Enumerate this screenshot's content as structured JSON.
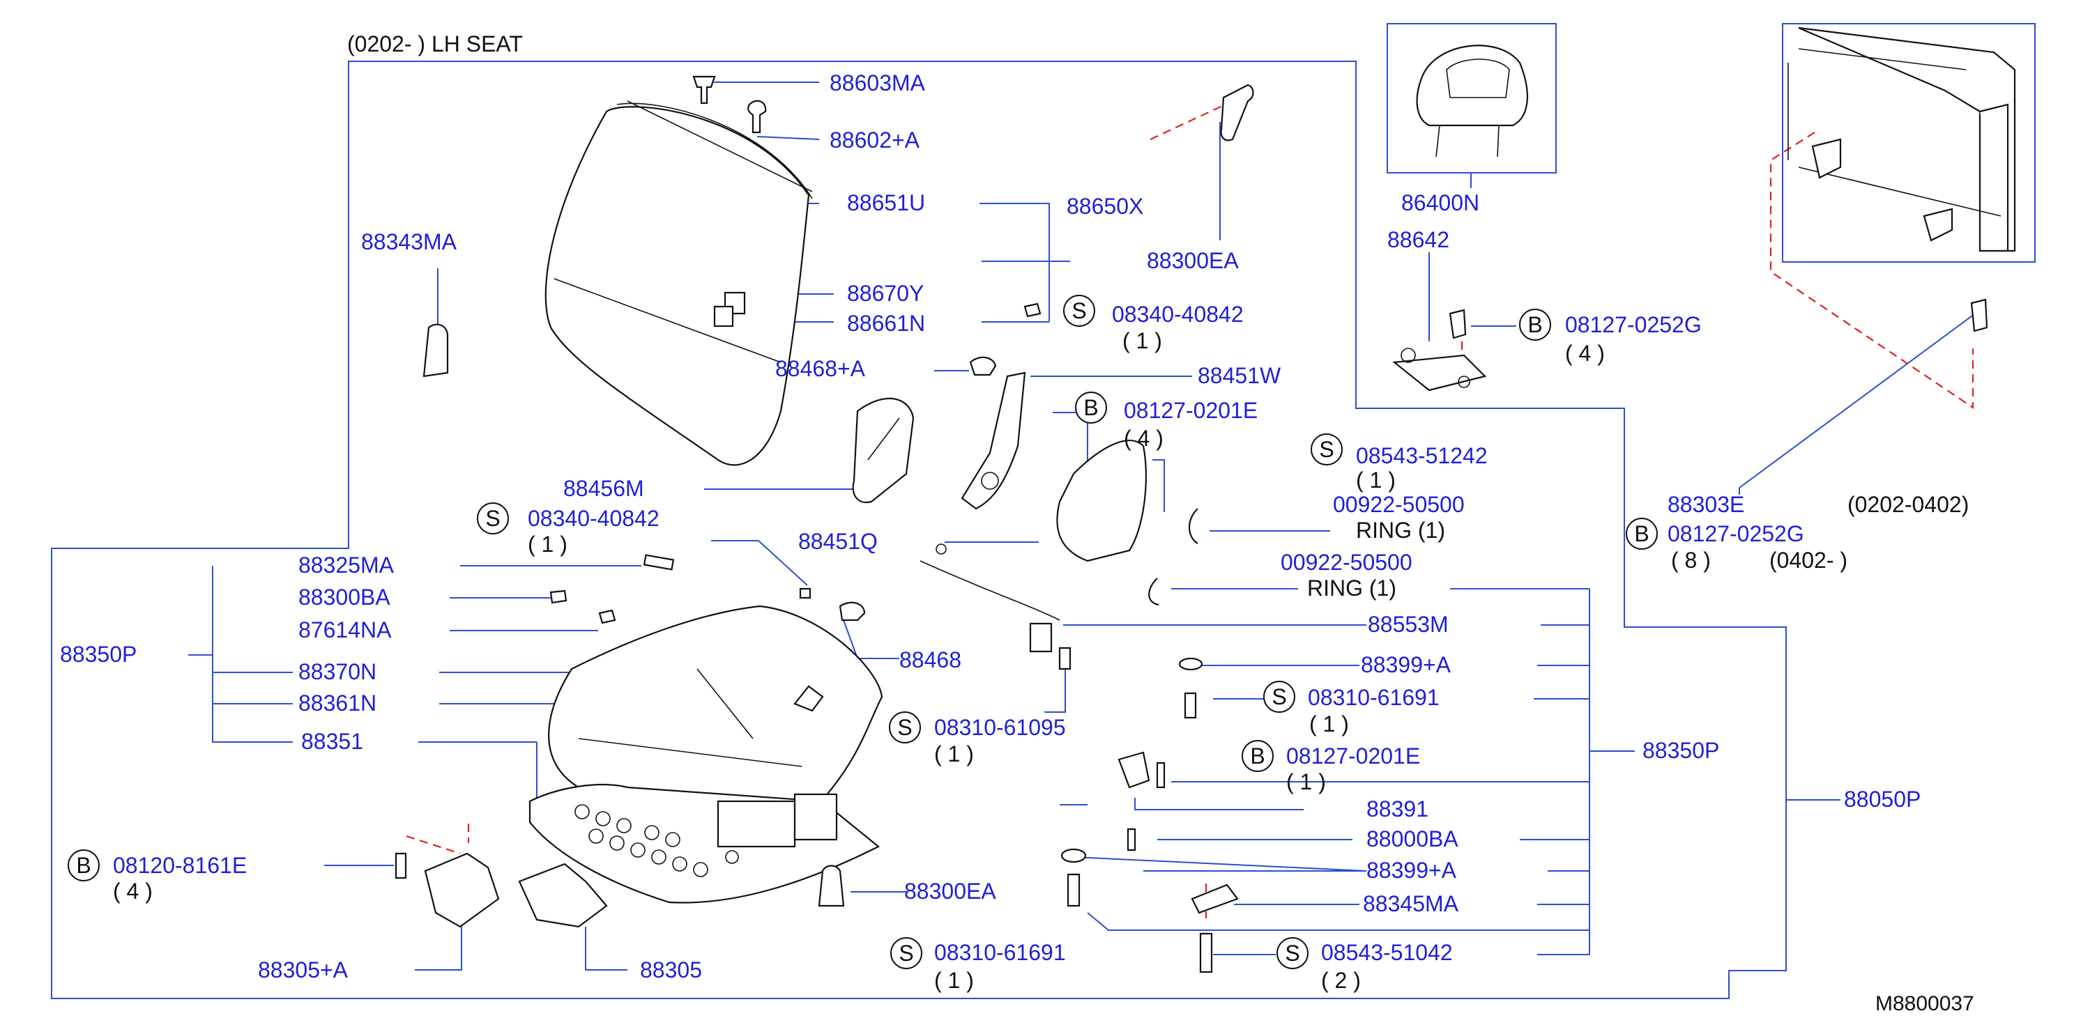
{
  "title": "(0202-     )  LH   SEAT",
  "code": "M8800037",
  "parts": {
    "p88603MA": "88603MA",
    "p88602A": "88602+A",
    "p88651U": "88651U",
    "p88650X": "88650X",
    "p88300EA_top": "88300EA",
    "p88343MA": "88343MA",
    "p88670Y": "88670Y",
    "p88661N": "88661N",
    "s08340_a": "08340-40842",
    "s08340_a_qty": "( 1 )",
    "p88468A": "88468+A",
    "p88451W": "88451W",
    "b08127_0201E_a": "08127-0201E",
    "b08127_0201E_a_qty": "( 4 )",
    "s08543_51242": "08543-51242",
    "s08543_51242_qty": "( 1 )",
    "p00922_a": "00922-50500",
    "ring_a": "RING  (1)",
    "p88456M": "88456M",
    "s08340_b": "08340-40842",
    "s08340_b_qty": "( 1 )",
    "p88451Q": "88451Q",
    "p00922_b": "00922-50500",
    "ring_b": "RING  (1)",
    "p88325MA": "88325MA",
    "p88300BA": "88300BA",
    "p87614NA": "87614NA",
    "p88350P_left": "88350P",
    "p88553M": "88553M",
    "p88468": "88468",
    "p88399A_a": "88399+A",
    "p88370N": "88370N",
    "p88361N": "88361N",
    "s08310_61691_a": "08310-61691",
    "s08310_61691_a_qty": "( 1 )",
    "p88351": "88351",
    "s08310_61095": "08310-61095",
    "s08310_61095_qty": "( 1 )",
    "p88350P_right": "88350P",
    "b08127_0201E_b": "08127-0201E",
    "b08127_0201E_b_qty": "( 1 )",
    "p88391": "88391",
    "p88050P": "88050P",
    "p88000BA": "88000BA",
    "b08120": "08120-8161E",
    "b08120_qty": "( 4 )",
    "p88399A_b": "88399+A",
    "p88300EA_bottom": "88300EA",
    "p88345MA": "88345MA",
    "p88305A": "88305+A",
    "p88305": "88305",
    "s08310_61691_b": "08310-61691",
    "s08310_61691_b_qty": "( 1 )",
    "s08543_51042": "08543-51042",
    "s08543_51042_qty": "( 2 )",
    "p86400N": "86400N",
    "p88642": "88642",
    "b08127_0252G_a": "08127-0252G",
    "b08127_0252G_a_qty": "( 4 )",
    "p88303E": "88303E",
    "date_0202_0402": "(0202-0402)",
    "b08127_0252G_b": "08127-0252G",
    "b08127_0252G_b_qty": "( 8 )",
    "date_0402": "(0402-     )"
  },
  "markers": {
    "S": "S",
    "B": "B"
  },
  "colors": {
    "part_number": "#1f1fd6",
    "leader_line": "#2a4fd0",
    "dashed": "#e02020",
    "drawing": "#111111"
  }
}
